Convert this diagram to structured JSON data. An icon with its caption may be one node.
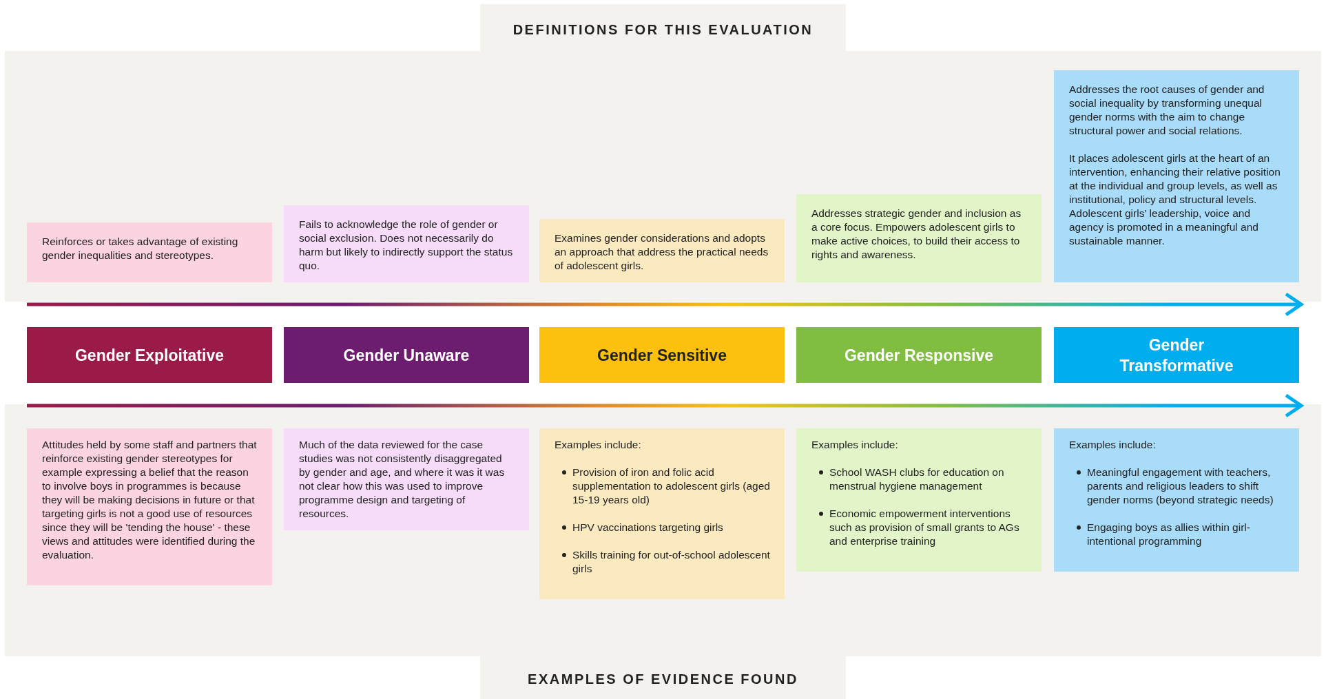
{
  "diagram": {
    "nodes": [
      {
        "text": [
          "Reinforces or takes advantage of existing gender inequalities and stereotypes."
        ]
      },
      {
        "text": [
          "Fails to acknowledge the role of gender or social exclusion. Does not necessarily do harm but likely to indirectly support the status quo."
        ]
      },
      {
        "text": [
          "Examines gender considerations and adopts an approach that address the practical needs of adolescent girls."
        ]
      },
      {
        "text": [
          "Addresses strategic gender and inclusion as a core focus. Empowers adolescent girls to make active choices, to build their access to rights and awareness."
        ]
      },
      {
        "text": [
          "Addresses the root causes of gender and social inequality by transforming unequal gender norms with the aim to change structural power and social relations.",
          "It places adolescent girls at the heart of an intervention, enhancing their relative position at the individual and group levels, as well as institutional, policy and structural levels. Adolescent girls’ leadership, voice and agency is promoted in a meaningful and sustainable manner."
        ]
      },
      {
        "text": [
          "Gender Exploitative"
        ]
      },
      {
        "text": [
          "Gender Unaware"
        ]
      },
      {
        "text": [
          "Gender Sensitive"
        ]
      },
      {
        "text": [
          "Gender Responsive"
        ]
      },
      {
        "text": [
          "Gender Transformative"
        ]
      },
      {
        "text": [
          "Attitudes held by some staff and partners that reinforce existing gender stereotypes for example expressing a belief that the reason to involve boys in programmes is because they will be making decisions in future or that targeting girls is not a good use of resources since they will be 'tending the house' - these views and attitudes were identified during the evaluation."
        ]
      },
      {
        "text": [
          "Much of the data reviewed for the case studies was not consistently disaggregated by gender and age, and where it was it was not clear how this was used to improve programme design and targeting of resources."
        ]
      },
      {
        "text": [
          "Examples include:",
          "Provision of iron and folic acid supplementation to adolescent girls (aged 15-19 years old)",
          "HPV vaccinations targeting girls",
          "Skills training for out-of-school adolescent girls"
        ]
      },
      {
        "text": [
          "Examples include:",
          "School WASH clubs for education on menstrual hygiene management",
          "Economic empowerment interventions such as provision of small grants to AGs and enterprise training"
        ]
      },
      {
        "text": [
          "Examples include:",
          "Meaningful engagement with teachers, parents and religious leaders to shift gender norms (beyond strategic needs)",
          "Engaging boys as allies within girl-intentional programming"
        ]
      }
    ],
    "labels": [
      "DEFINITIONS FOR THIS EVALUATION",
      "EXAMPLES OF EVIDENCE FOUND"
    ]
  }
}
